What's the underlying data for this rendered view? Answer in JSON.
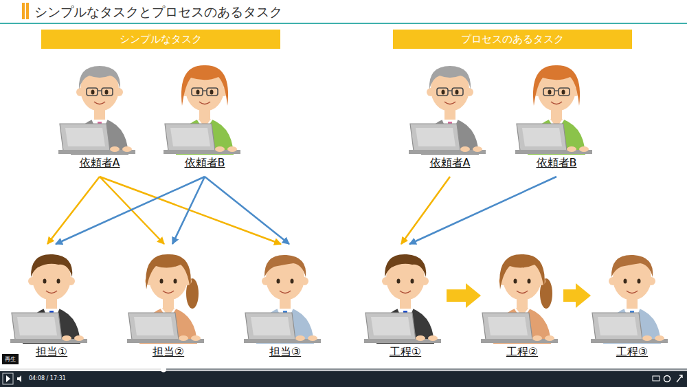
{
  "diagram": {
    "title": "シンプルなタスクとプロセスのあるタスク",
    "nodes": [
      {
        "text": [
          "シンプルなタスク"
        ]
      },
      {
        "text": [
          "プロセスのあるタスク"
        ]
      },
      {
        "text": [
          "依頼者A"
        ]
      },
      {
        "text": [
          "依頼者B"
        ]
      },
      {
        "text": [
          "依頼者A"
        ]
      },
      {
        "text": [
          "依頼者B"
        ]
      },
      {
        "text": [
          "担当①"
        ]
      },
      {
        "text": [
          "担当②"
        ]
      },
      {
        "text": [
          "担当③"
        ]
      },
      {
        "text": [
          "工程①"
        ]
      },
      {
        "text": [
          "工程②"
        ]
      },
      {
        "text": [
          "工程③"
        ]
      }
    ],
    "edges": [
      {
        "from": 2,
        "to": 6,
        "arrow": "to"
      },
      {
        "from": 2,
        "to": 7,
        "arrow": "to"
      },
      {
        "from": 2,
        "to": 8,
        "arrow": "to"
      },
      {
        "from": 3,
        "to": 6,
        "arrow": "to"
      },
      {
        "from": 3,
        "to": 7,
        "arrow": "to"
      },
      {
        "from": 3,
        "to": 8,
        "arrow": "to"
      },
      {
        "from": 4,
        "to": 9,
        "arrow": "to"
      },
      {
        "from": 5,
        "to": 9,
        "arrow": "to"
      },
      {
        "from": 9,
        "to": 10,
        "arrow": "to"
      },
      {
        "from": 10,
        "to": 11,
        "arrow": "to"
      }
    ],
    "labels": [
      "再生",
      "04:08 / 17:31"
    ]
  }
}
